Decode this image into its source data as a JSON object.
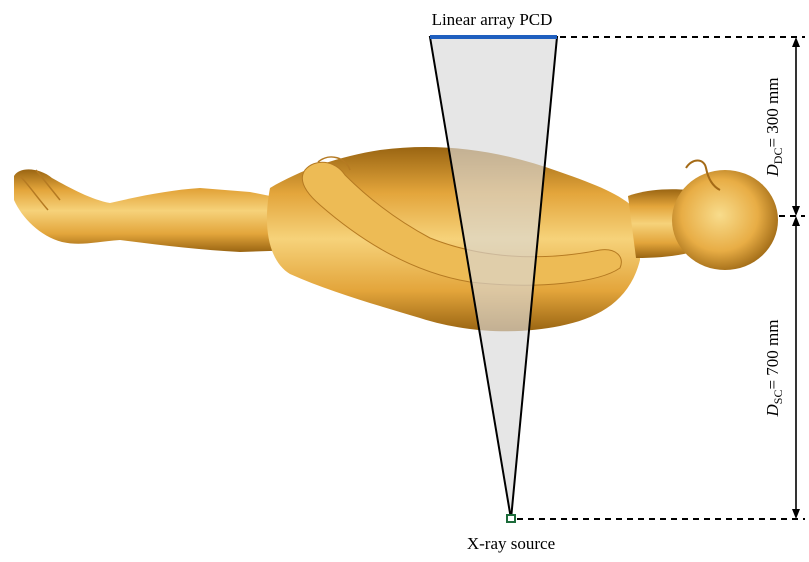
{
  "labels": {
    "detector": "Linear array PCD",
    "source": "X-ray source"
  },
  "dimensions": {
    "detector_center": {
      "symbol": "D",
      "subscript": "DC",
      "value_text": "= 300 mm"
    },
    "source_center": {
      "symbol": "D",
      "subscript": "SC",
      "value_text": "= 700 mm"
    }
  },
  "colors": {
    "detector": "#1f5fbf",
    "fan_beam": "#d9d9d9",
    "phantom_light": "#f6d27a",
    "phantom_mid": "#e3a53b",
    "phantom_dark": "#9a6512",
    "source": "#1c6b3a"
  },
  "icons": {
    "phantom": "human-phantom-figure",
    "source": "x-ray-source-icon"
  }
}
